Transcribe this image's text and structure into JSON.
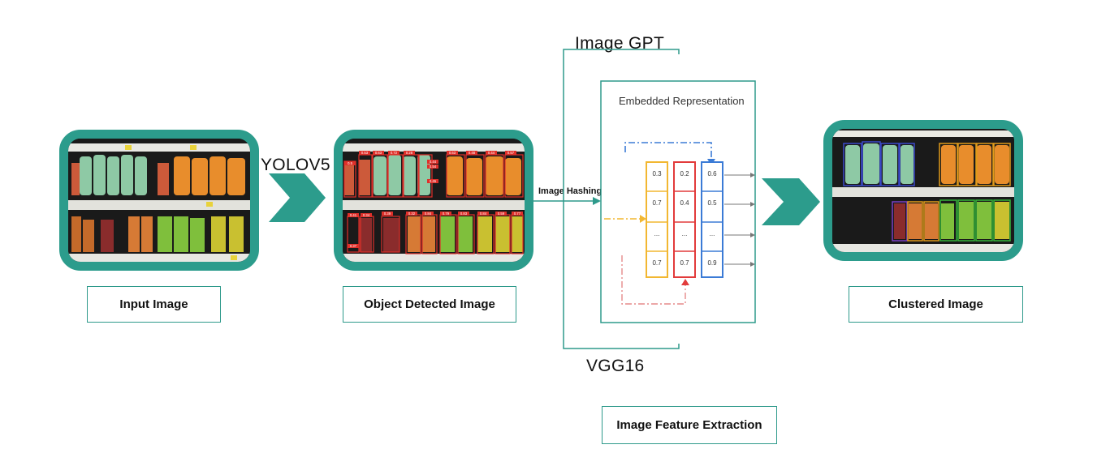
{
  "stages": {
    "input": {
      "label": "Input Image"
    },
    "detected": {
      "label": "Object Detected Image",
      "top_scores": [
        "0.53",
        "0.63",
        "0.72",
        "0.28",
        "0.63",
        "0.48",
        "0.44",
        "0.57"
      ],
      "side_scores": [
        "0.5",
        "0.44",
        "0.54",
        "0.45",
        "0.37"
      ],
      "bottom_scores": [
        "0.41",
        "0.34",
        "0.39",
        "0.32",
        "0.84",
        "0.79",
        "0.83",
        "0.84",
        "0.59",
        "0.77"
      ]
    },
    "clustered": {
      "label": "Clustered Image"
    },
    "feature": {
      "label": "Image Feature Extraction"
    }
  },
  "steps": {
    "detector": "YOLOV5",
    "hashing": "Image Hashing",
    "model_top": "Image GPT",
    "model_bottom": "VGG16"
  },
  "embedding": {
    "title": "Embedded Representation",
    "columns": [
      {
        "color": "#f2b731",
        "cells": [
          "0.3",
          "0.7",
          "...",
          "0.7"
        ]
      },
      {
        "color": "#e23b3b",
        "cells": [
          "0.2",
          "0.4",
          "...",
          "0.7"
        ]
      },
      {
        "color": "#3b7bd6",
        "cells": [
          "0.6",
          "0.5",
          "...",
          "0.9"
        ]
      }
    ]
  },
  "colors": {
    "teal": "#2c9c8c",
    "box_red": "#e0302a",
    "cluster_blue": "#3b49c9",
    "cluster_orange": "#e09a1a",
    "cluster_green": "#35b63a",
    "cluster_purple": "#7b3fc4"
  }
}
